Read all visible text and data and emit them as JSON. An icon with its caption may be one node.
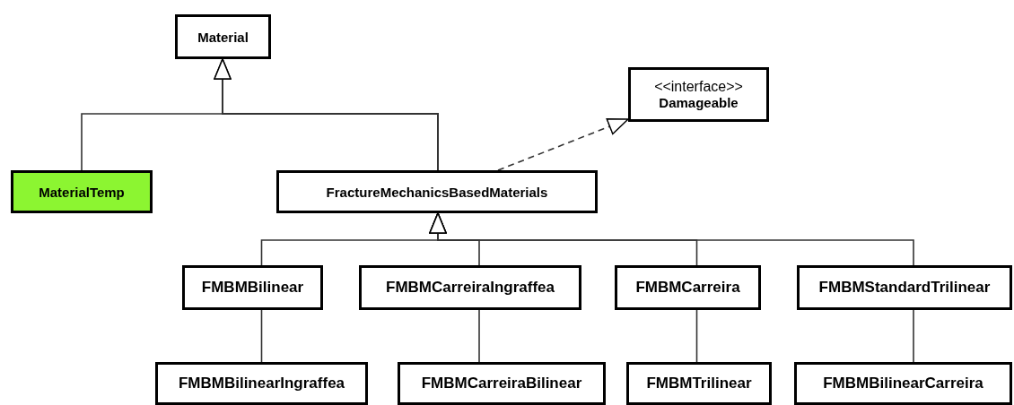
{
  "diagram": {
    "nodes": [
      {
        "text": [
          "Material"
        ]
      },
      {
        "text": [
          "<<interface>>",
          "Damageable"
        ]
      },
      {
        "text": [
          "MaterialTemp"
        ]
      },
      {
        "text": [
          "FractureMechanicsBasedMaterials"
        ]
      },
      {
        "text": [
          "FMBMBilinear"
        ]
      },
      {
        "text": [
          "FMBMCarreiraIngraffea"
        ]
      },
      {
        "text": [
          "FMBMCarreira"
        ]
      },
      {
        "text": [
          "FMBMStandardTrilinear"
        ]
      },
      {
        "text": [
          "FMBMBilinearIngraffea"
        ]
      },
      {
        "text": [
          "FMBMCarreiraBilinear"
        ]
      },
      {
        "text": [
          "FMBMTrilinear"
        ]
      },
      {
        "text": [
          "FMBMBilinearCarreira"
        ]
      }
    ],
    "edges": [
      {
        "from": 2,
        "to": 0,
        "arrow": "to"
      },
      {
        "from": 3,
        "to": 0,
        "arrow": "to"
      },
      {
        "from": 3,
        "to": 1,
        "arrow": "to",
        "style": "dashed"
      },
      {
        "from": 4,
        "to": 3,
        "arrow": "to"
      },
      {
        "from": 5,
        "to": 3,
        "arrow": "to"
      },
      {
        "from": 6,
        "to": 3,
        "arrow": "to"
      },
      {
        "from": 7,
        "to": 3,
        "arrow": "to"
      },
      {
        "from": 8,
        "to": 4,
        "arrow": "none"
      },
      {
        "from": 9,
        "to": 5,
        "arrow": "none"
      },
      {
        "from": 10,
        "to": 6,
        "arrow": "none"
      },
      {
        "from": 11,
        "to": 7,
        "arrow": "none"
      }
    ]
  }
}
